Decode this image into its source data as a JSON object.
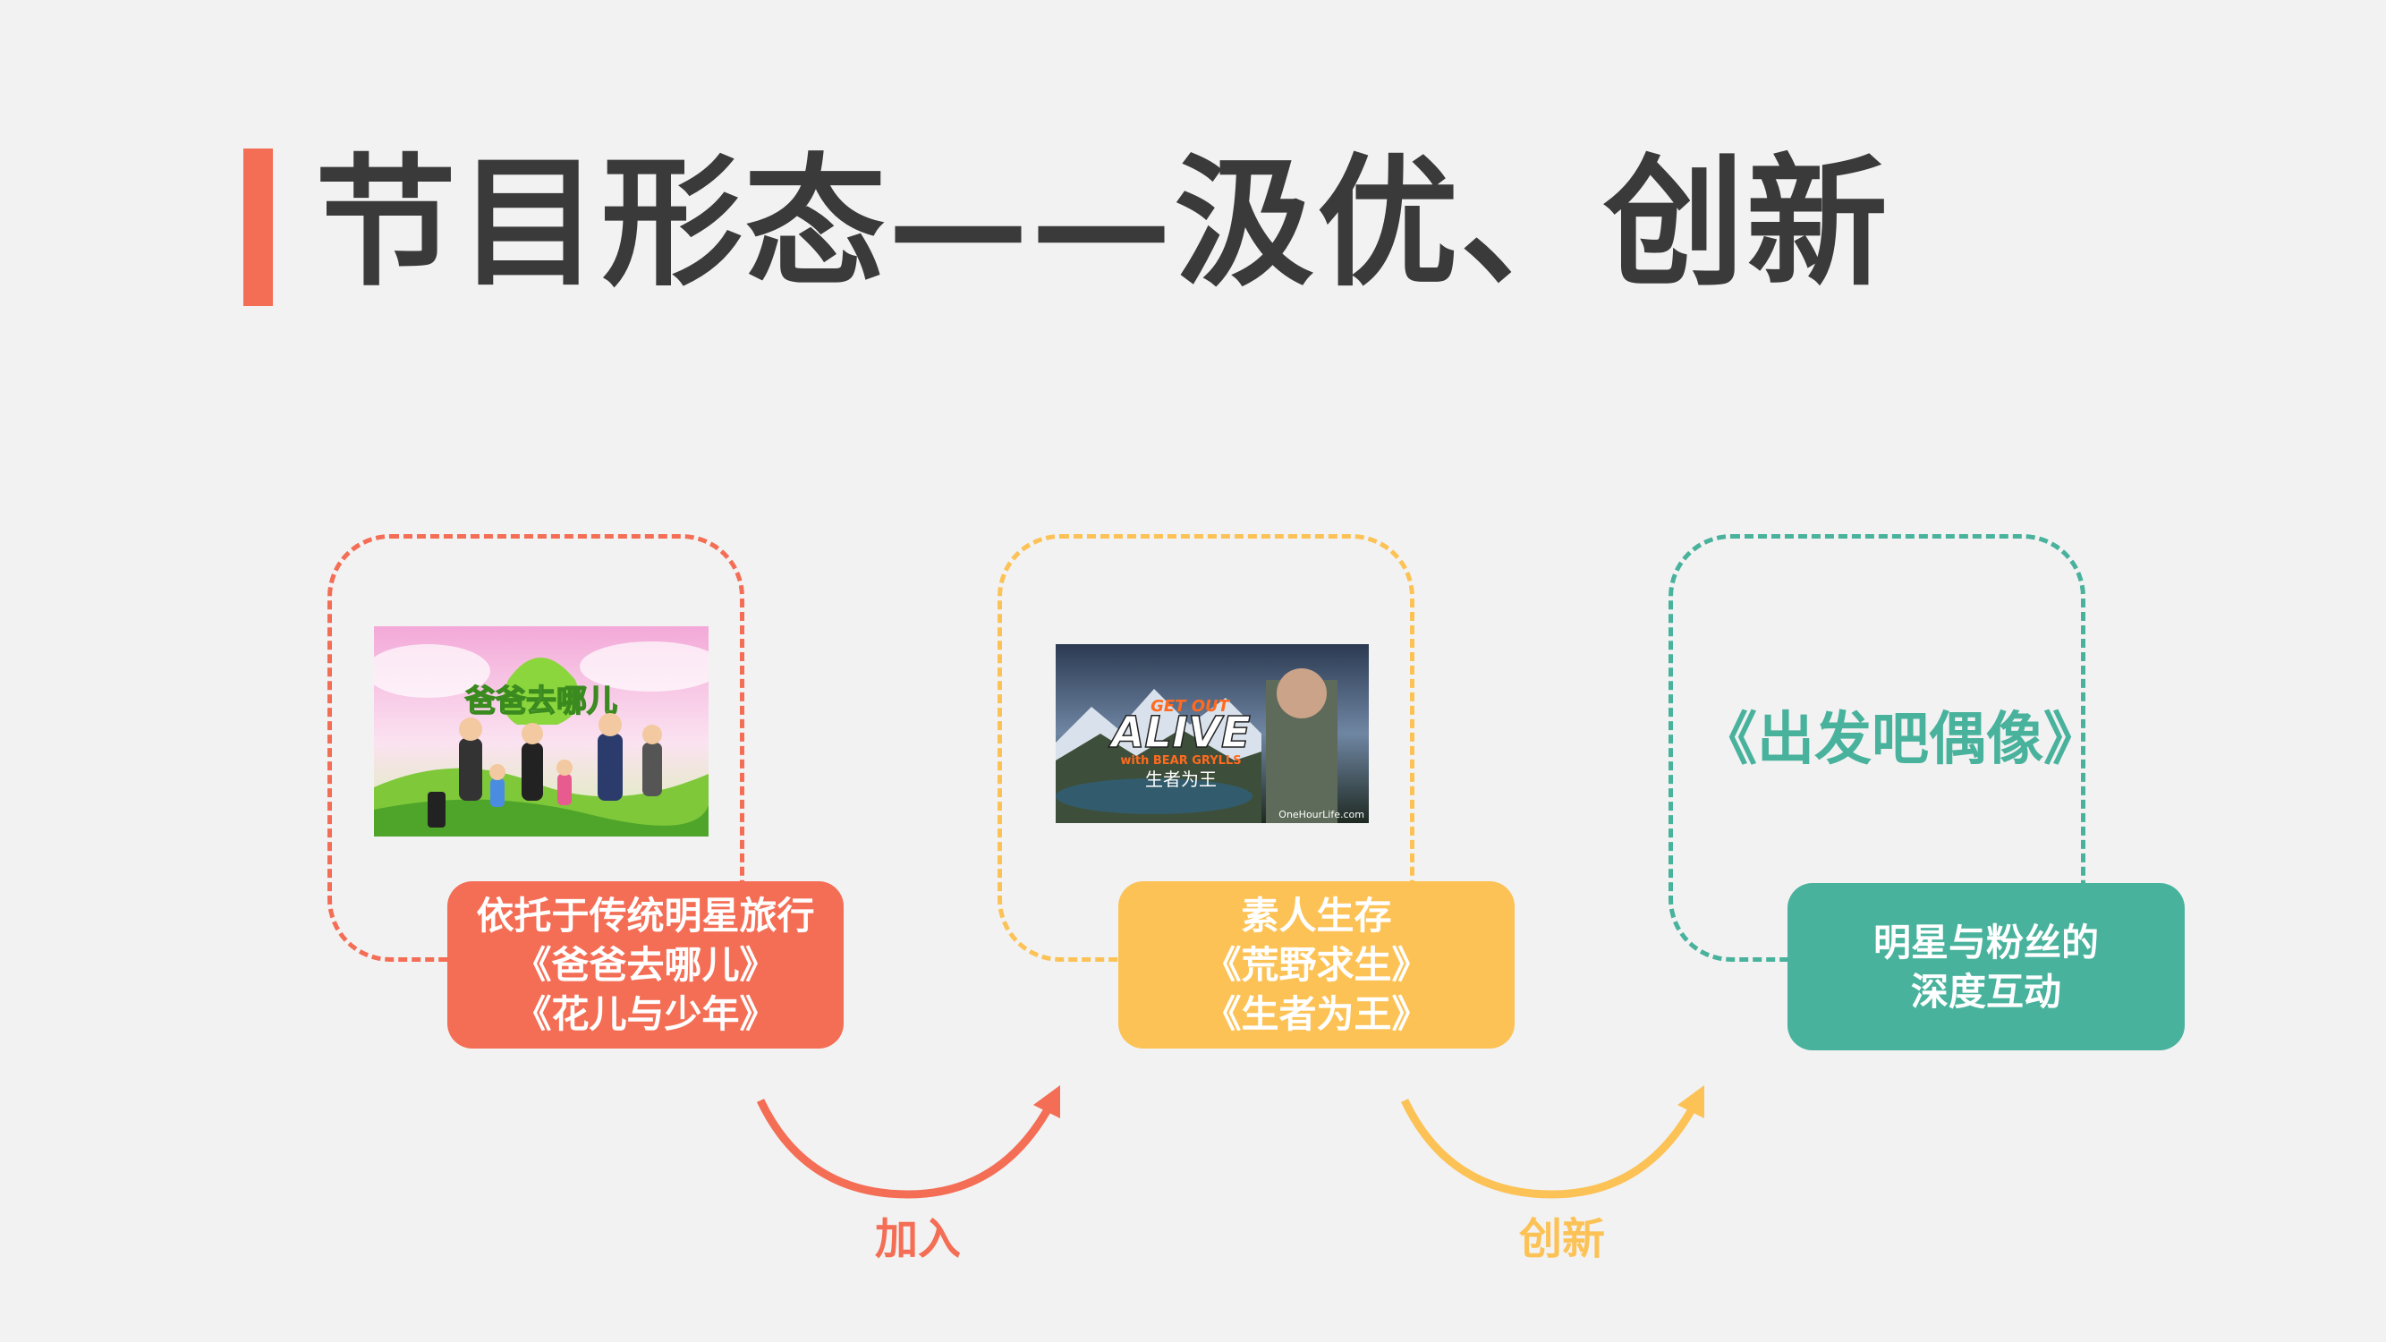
{
  "colors": {
    "red": "#f46d55",
    "yellow": "#fcc256",
    "green": "#48b29c",
    "title": "#3a3a3a",
    "background": "#f2f2f2"
  },
  "slide": {
    "title": "节目形态——汲优、创新"
  },
  "stages": [
    {
      "image": {
        "logo_text": "爸爸去哪儿"
      },
      "label_lines": [
        "依托于传统明星旅行",
        "《爸爸去哪儿》",
        "《花儿与少年》"
      ]
    },
    {
      "image": {
        "logo_top": "GET OUT",
        "logo_main": "ALIVE",
        "logo_sub": "with BEAR GRYLLS",
        "logo_cn": "生者为王",
        "watermark": "OneHourLife.com"
      },
      "label_lines": [
        "素人生存",
        "《荒野求生》",
        "《生者为王》"
      ]
    },
    {
      "show_title": "《出发吧偶像》",
      "label_lines": [
        "明星与粉丝的",
        "深度互动"
      ]
    }
  ],
  "transitions": [
    {
      "label": "加入",
      "icon": "curved-arrow-icon"
    },
    {
      "label": "创新",
      "icon": "curved-arrow-icon"
    }
  ]
}
